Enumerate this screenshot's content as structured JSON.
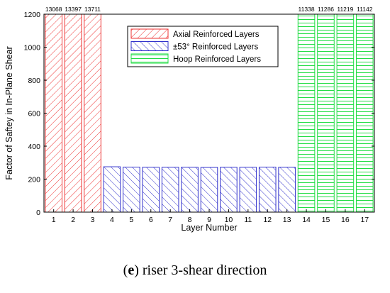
{
  "chart_data": {
    "type": "bar",
    "categories": [
      "1",
      "2",
      "3",
      "4",
      "5",
      "6",
      "7",
      "8",
      "9",
      "10",
      "11",
      "12",
      "13",
      "14",
      "15",
      "16",
      "17"
    ],
    "series": [
      {
        "name": "Axial Reinforced Layers",
        "color": "#ee3333",
        "hatch": "forward-diagonal",
        "values": [
          13068,
          13397,
          13711,
          null,
          null,
          null,
          null,
          null,
          null,
          null,
          null,
          null,
          null,
          null,
          null,
          null,
          null
        ]
      },
      {
        "name": "±53° Reinforced Layers",
        "color": "#3333cc",
        "hatch": "backward-diagonal",
        "values": [
          null,
          null,
          null,
          275,
          273,
          272,
          272,
          272,
          271,
          272,
          272,
          273,
          272,
          null,
          null,
          null,
          null
        ]
      },
      {
        "name": "Hoop Reinforced Layers",
        "color": "#22dd44",
        "hatch": "horizontal",
        "values": [
          null,
          null,
          null,
          null,
          null,
          null,
          null,
          null,
          null,
          null,
          null,
          null,
          null,
          11338,
          11286,
          11219,
          11142
        ]
      }
    ],
    "data_labels": [
      "13068",
      "13397",
      "13711",
      "",
      "",
      "",
      "",
      "",
      "",
      "",
      "",
      "",
      "",
      "11338",
      "11286",
      "11219",
      "11142"
    ],
    "xlabel": "Layer Number",
    "ylabel": "Factor of Saftey in In-Plane Shear",
    "ylim": [
      0,
      1200
    ],
    "yticks": [
      0,
      200,
      400,
      600,
      800,
      1000,
      1200
    ],
    "clipped_above_ylim": true,
    "legend_position": "top-center",
    "grid": false
  },
  "caption": {
    "letter": "e",
    "open": "(",
    "close": ")",
    "text": " riser 3-shear direction"
  }
}
